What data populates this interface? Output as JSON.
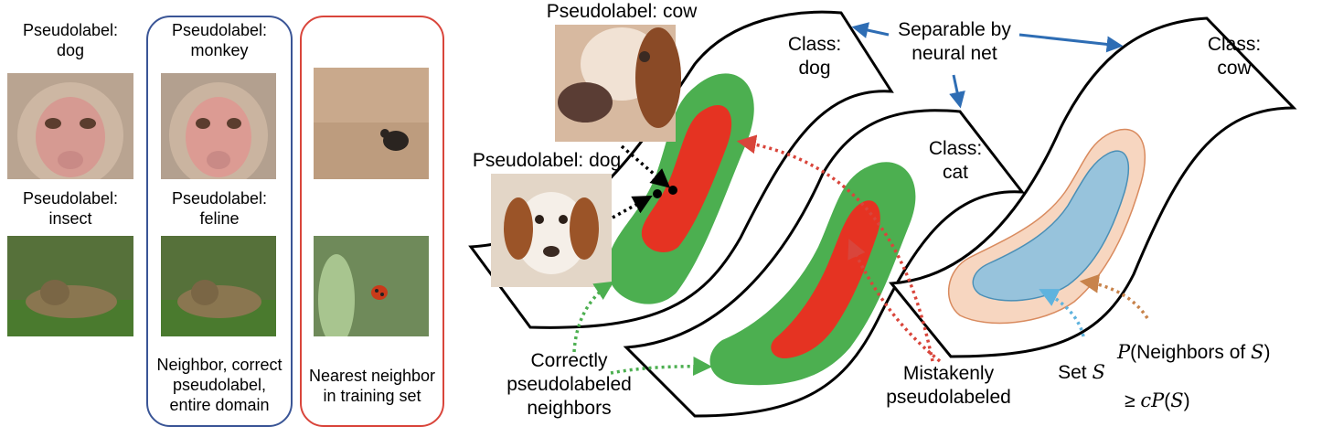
{
  "colors": {
    "blue_box": "#3a5596",
    "red_box": "#d9453b",
    "region_green": "#4caf50",
    "region_red": "#e53322",
    "region_peach": "#f7d6c0",
    "region_blue": "#97c3dc",
    "arrow_blue": "#2e6db4",
    "arrow_green": "#4caf50",
    "arrow_red": "#d9453b",
    "arrow_orange": "#c8834b",
    "arrow_lightblue": "#5fb3de"
  },
  "left_panel": {
    "col1": {
      "top_label": "Pseudolabel:\ndog",
      "top_image": "macaque-face-photo",
      "bottom_label": "Pseudolabel:\ninsect",
      "bottom_image": "lion-on-grass-photo"
    },
    "col2": {
      "top_label": "Pseudolabel:\nmonkey",
      "top_image": "macaque-face-photo",
      "bottom_label": "Pseudolabel:\nfeline",
      "bottom_image": "lion-on-grass-photo",
      "caption": "Neighbor, correct\npseudolabel,\nentire domain"
    },
    "col3": {
      "top_image": "beetle-on-sand-photo",
      "bottom_image": "ladybug-on-green-photo",
      "caption": "Nearest neighbor\nin training set"
    }
  },
  "diagram": {
    "class_dog": "Class:\ndog",
    "class_cat": "Class:\ncat",
    "class_cow": "Class:\ncow",
    "separable": "Separable by\nneural net",
    "pseudo_cow": "Pseudolabel: cow",
    "pseudo_dog": "Pseudolabel: dog",
    "correct_neighbors": "Correctly\npseudolabeled\nneighbors",
    "mistaken": "Mistakenly\npseudolabeled",
    "set_s_prefix": "Set ",
    "set_s_var": "S",
    "expansion_line1_prefix": "P",
    "expansion_line1_mid": "(Neighbors of ",
    "expansion_line1_var": "S",
    "expansion_line1_end": ")",
    "expansion_line2_prefix": "≥ ",
    "expansion_line2_c": "cP",
    "expansion_line2_mid": "(",
    "expansion_line2_var": "S",
    "expansion_line2_end": ")",
    "photo_top": "puppy-closeup-photo",
    "photo_bottom": "puppy-photo"
  }
}
